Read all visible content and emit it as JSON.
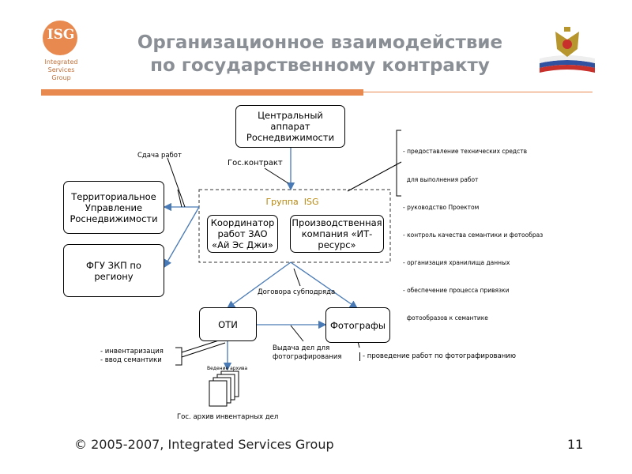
{
  "logo": {
    "letters": "ISG",
    "line1": "Integrated",
    "line2": "Services",
    "line3": "Group"
  },
  "title": {
    "line1": "Организационное взаимодействие",
    "line2": "по государственному контракту"
  },
  "boxes": {
    "central": "Центральный аппарат Роснедвижимости",
    "territorial": "Территориальное Управление Роснедвижимости",
    "fgu": "ФГУ ЗКП по региону",
    "coordinator": "Координатор работ ЗАО «Ай Эс Джи»",
    "production": "Производственная компания «ИТ-ресурс»",
    "oti": "ОТИ",
    "photographers": "Фотографы"
  },
  "group_label": "Группа  ISG",
  "labels": {
    "handover": "Сдача работ",
    "contract": "Гос.контракт",
    "subcontracts": "Договора субподряда",
    "issued_line1": "Выдача дел для",
    "issued_line2": "фотографирования",
    "archive": "Гос. архив инвентарных дел",
    "files": "Ведение архива"
  },
  "isg_tasks": [
    "- предоставление технических средств",
    "  для выполнения работ",
    "- руководство Проектом",
    "- контроль качества семантики и фотообраз",
    "- организация хранилища данных",
    "- обеспечение процесса привязки",
    "  фотообразов к семантике"
  ],
  "oti_tasks": [
    "- инвентаризация",
    "- ввод семантики"
  ],
  "photo_tasks": [
    "- проведение работ по фотографированию"
  ],
  "footer": {
    "copyright": "© 2005-2007, Integrated Services Group",
    "page": "11"
  },
  "colors": {
    "title": "#8a8f96",
    "accent": "#e8894f",
    "arrow": "#4a7ab5",
    "group_label": "#b8860b"
  }
}
